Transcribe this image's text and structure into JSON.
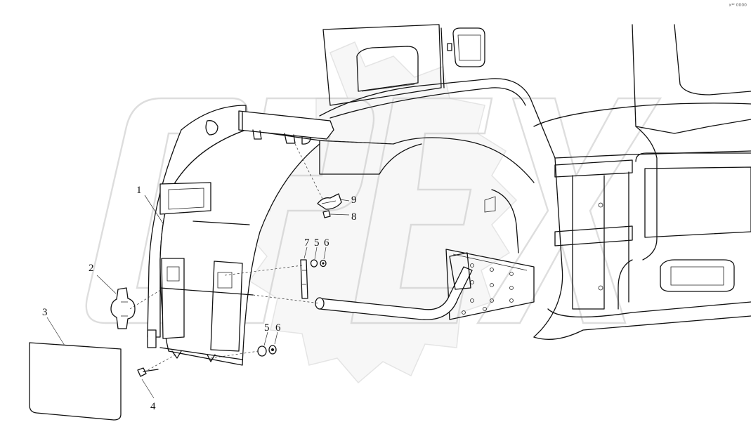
{
  "corner_mark": "x¹² 0000",
  "watermark": {
    "text": "OPEX"
  },
  "callouts": [
    {
      "id": "c1",
      "label": "1"
    },
    {
      "id": "c2",
      "label": "2"
    },
    {
      "id": "c3",
      "label": "3"
    },
    {
      "id": "c4",
      "label": "4"
    },
    {
      "id": "c5a",
      "label": "5"
    },
    {
      "id": "c6a",
      "label": "6"
    },
    {
      "id": "c7",
      "label": "7"
    },
    {
      "id": "c8",
      "label": "8"
    },
    {
      "id": "c9",
      "label": "9"
    },
    {
      "id": "c5b",
      "label": "5"
    },
    {
      "id": "c6b",
      "label": "6"
    }
  ]
}
